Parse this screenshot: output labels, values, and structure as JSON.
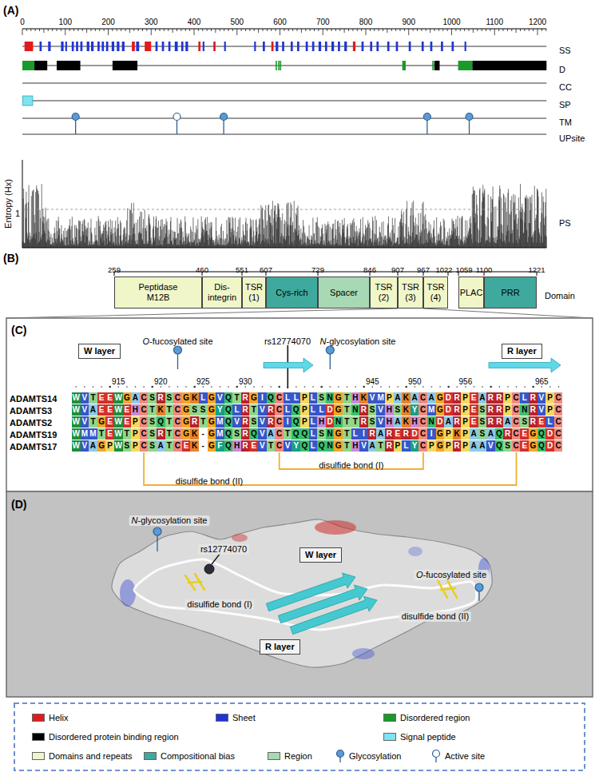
{
  "diagram": {
    "nodes": [
      {
        "text": [
          "Peptidase M12B"
        ]
      },
      {
        "text": [
          "Dis- integrin"
        ]
      },
      {
        "text": [
          "TSR (1)"
        ]
      },
      {
        "text": [
          "Cys-rich"
        ]
      },
      {
        "text": [
          "Spacer"
        ]
      },
      {
        "text": [
          "TSR (2)"
        ]
      },
      {
        "text": [
          "TSR (3)"
        ]
      },
      {
        "text": [
          "TSR (4)"
        ]
      },
      {
        "text": [
          "PLAC"
        ]
      },
      {
        "text": [
          "PRR"
        ]
      },
      {
        "text": [
          "W layer"
        ]
      },
      {
        "text": [
          "R layer"
        ]
      },
      {
        "text": [
          "W layer"
        ]
      },
      {
        "text": [
          "R layer"
        ]
      }
    ],
    "labels": [
      "(A)",
      "0",
      "100",
      "200",
      "300",
      "400",
      "500",
      "600",
      "700",
      "800",
      "900",
      "1000",
      "1100",
      "1200",
      "SS",
      "D",
      "CC",
      "SP",
      "TM",
      "UPsite",
      "Entropy (Hx)",
      "1",
      "PS",
      "(B)",
      "259",
      "460",
      "551",
      "607",
      "729",
      "846",
      "907",
      "967",
      "1022",
      "1059",
      "1100",
      "1221",
      "Domain",
      "(C)",
      "O-fucosylated site",
      "rs12774070",
      "N-glycosylation site",
      "915",
      "920",
      "925",
      "930",
      "945",
      "950",
      "956",
      "965",
      "ADAMTS14",
      "ADAMTS3",
      "ADAMTS2",
      "ADAMTS19",
      "ADAMTS17",
      "WVTEEWGACSRSCGKLGVQTRGIQCLLPLSNGTHKVMPAKACAGDRPEARRPCLRVPC",
      "WVAEEWEHCTKTCGSSGYQLRTVRCLQPLLDGTNRSVHSKYCMGDRPESRRPCNRVPC",
      "WVTGEWEPCSQTCGRTGMQVRSVRCIQPLHDNTTRSVHAKHCNDARPESRRACSRELC",
      "WMMTEWTPCSRTCGK-GMQSRQVACTQQLSNGTLIRARERDCIGPKPASAQRCEGQDC",
      "WVAGPWSPCSATCEK-GFQHREVTCVYQLQNGTHVATRPLYCPGPRPAAVQSCEGQDC",
      "disulfide bond (I)",
      "disulfide bond (II)",
      "(D)",
      "N-glycosylation site",
      "rs12774070",
      "O-fucosylated site",
      "disulfide bond (I)",
      "disulfide bond (II)"
    ],
    "legend": [
      {
        "text": "Helix",
        "color": "#e31a1c"
      },
      {
        "text": "Sheet",
        "color": "#1f34d6"
      },
      {
        "text": "Disordered region",
        "color": "#1a9a2a"
      },
      {
        "text": "Disordered protein binding region",
        "color": "#000000"
      },
      {
        "text": "Signal peptide",
        "color": "#7fe3f0"
      },
      {
        "text": "Domains and repeats",
        "color": "#f1f6c9"
      },
      {
        "text": "Compositional bias",
        "color": "#3fa99d"
      },
      {
        "text": "Region",
        "color": "#a7d9b4"
      },
      {
        "text": "Glycosylation"
      },
      {
        "text": "Active site"
      }
    ]
  }
}
